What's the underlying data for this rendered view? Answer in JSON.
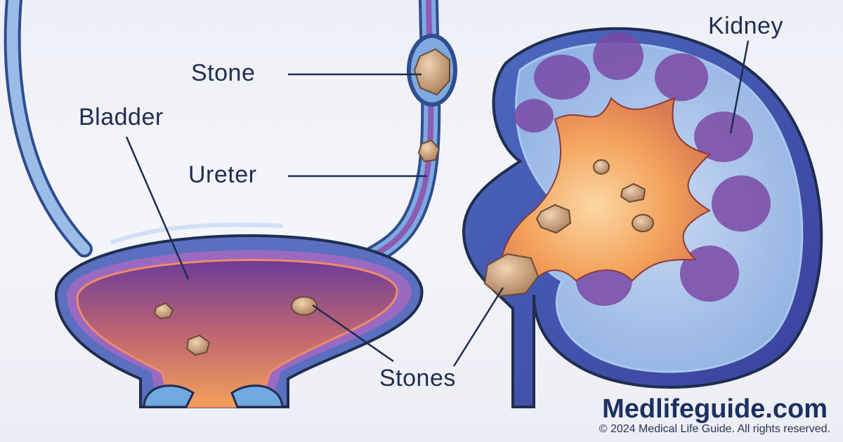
{
  "diagram": {
    "subject": "Urinary tract stones (kidney, ureter, bladder)",
    "labels": {
      "stone": "Stone",
      "bladder": "Bladder",
      "ureter": "Ureter",
      "kidney": "Kidney",
      "stones": "Stones"
    },
    "colors": {
      "background": "#eef0f7",
      "outline": "#1f2d4f",
      "wall_blue": "#5a78c8",
      "light_blue": "#9bbce6",
      "purple": "#7a4aa6",
      "orange": "#f3a15a",
      "stone": "#c9a07a"
    }
  },
  "footer": {
    "brand": "Medlifeguide.com",
    "copyright": "© 2024 Medical Life Guide. All rights reserved."
  }
}
